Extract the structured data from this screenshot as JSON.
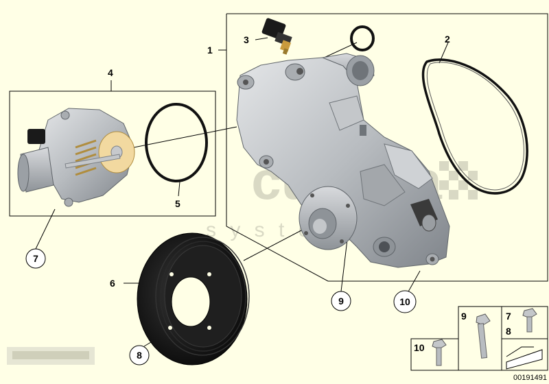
{
  "labels": {
    "l1": "1",
    "l2": "2",
    "l3": "3",
    "l4": "4",
    "l5": "5",
    "l6": "6",
    "c7": "7",
    "c8": "8",
    "c9": "9",
    "c10": "10"
  },
  "legend": {
    "n9": "9",
    "n7": "7",
    "n8": "8",
    "n10": "10"
  },
  "watermark": {
    "word": "cuderia",
    "sub": "s y s t e m"
  },
  "doc_code": "00191491",
  "colors": {
    "background": "#ffffe6",
    "metal": "#b8bcc0",
    "metal_dark": "#7a7f85",
    "rubber": "#111111",
    "brass": "#d9b25a"
  }
}
